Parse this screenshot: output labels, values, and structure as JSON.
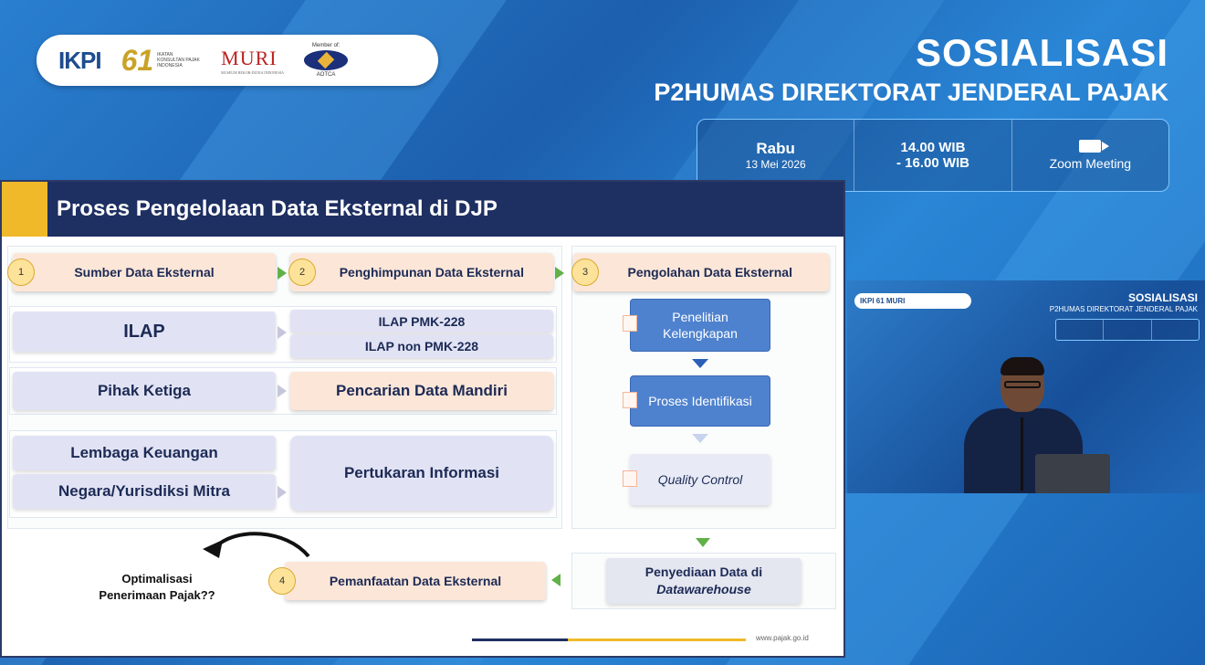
{
  "logos": {
    "ikpi": "IKPI",
    "sixty_one": "61",
    "sixty_one_text": "IKATAN KONSULTAN PAJAK INDONESIA",
    "muri": "MURI",
    "muri_text": "MUSEUM REKOR-DUNIA INDONESIA",
    "asean_top": "Member of:",
    "asean_bottom": "AOTCA"
  },
  "header": {
    "title": "SOSIALISASI",
    "subtitle": "P2HUMAS DIREKTORAT JENDERAL PAJAK"
  },
  "event": {
    "day": "Rabu",
    "date": "13 Mei 2026",
    "time_start": "14.00 WIB",
    "time_end": "- 16.00 WIB",
    "platform": "Zoom Meeting"
  },
  "slide": {
    "title": "Proses Pengelolaan Data Eksternal di DJP",
    "steps": [
      {
        "num": "1",
        "label": "Sumber Data Eksternal"
      },
      {
        "num": "2",
        "label": "Penghimpunan Data Eksternal"
      },
      {
        "num": "3",
        "label": "Pengolahan Data Eksternal"
      },
      {
        "num": "4",
        "label": "Pemanfaatan Data Eksternal"
      }
    ],
    "sources": {
      "ilap": "ILAP",
      "pihak_ketiga": "Pihak Ketiga",
      "lembaga": "Lembaga Keuangan",
      "negara": "Negara/Yurisdiksi Mitra"
    },
    "collection": {
      "pmk": "ILAP PMK-228",
      "non_pmk": "ILAP non PMK-228",
      "mandiri": "Pencarian Data Mandiri",
      "pertukaran": "Pertukaran Informasi"
    },
    "processing": {
      "penelitian_1": "Penelitian",
      "penelitian_2": "Kelengkapan",
      "identifikasi": "Proses Identifikasi",
      "qc": "Quality Control"
    },
    "warehouse": {
      "line1": "Penyediaan Data di",
      "line2": "Datawarehouse"
    },
    "optimalisasi": {
      "line1": "Optimalisasi",
      "line2": "Penerimaan Pajak??"
    },
    "url": "www.pajak.go.id"
  },
  "webcam": {
    "title": "SOSIALISASI",
    "subtitle": "P2HUMAS DIREKTORAT JENDERAL PAJAK",
    "pill": "IKPI 61 MURI"
  },
  "colors": {
    "navy": "#1e2f62",
    "gold": "#f0b92a",
    "peach": "#fce6d8",
    "lavender": "#e1e3f4",
    "process_blue": "#4e82cf",
    "green_arrow": "#62b04a"
  }
}
